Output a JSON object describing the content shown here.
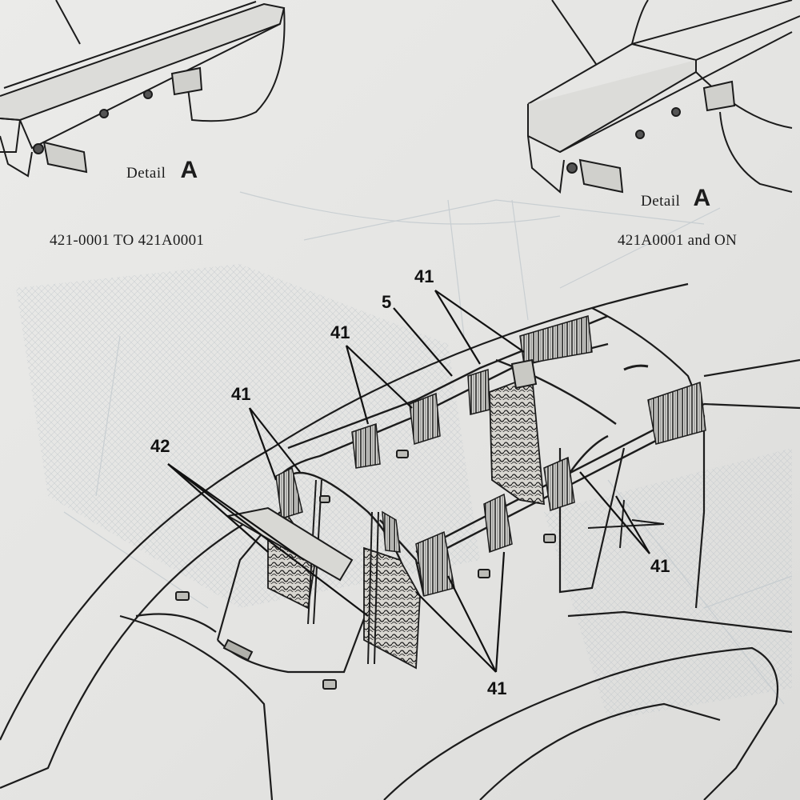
{
  "details": [
    {
      "word": "Detail",
      "letter": "A",
      "range": "421-0001 TO 421A0001"
    },
    {
      "word": "Detail",
      "letter": "A",
      "range": "421A0001 and ON"
    }
  ],
  "callouts": [
    "41",
    "5",
    "41",
    "41",
    "42",
    "41",
    "41"
  ],
  "colors": {
    "paper": "#e6e6e4",
    "ink": "#1c1c1c",
    "faint": "#b9c2c8"
  }
}
